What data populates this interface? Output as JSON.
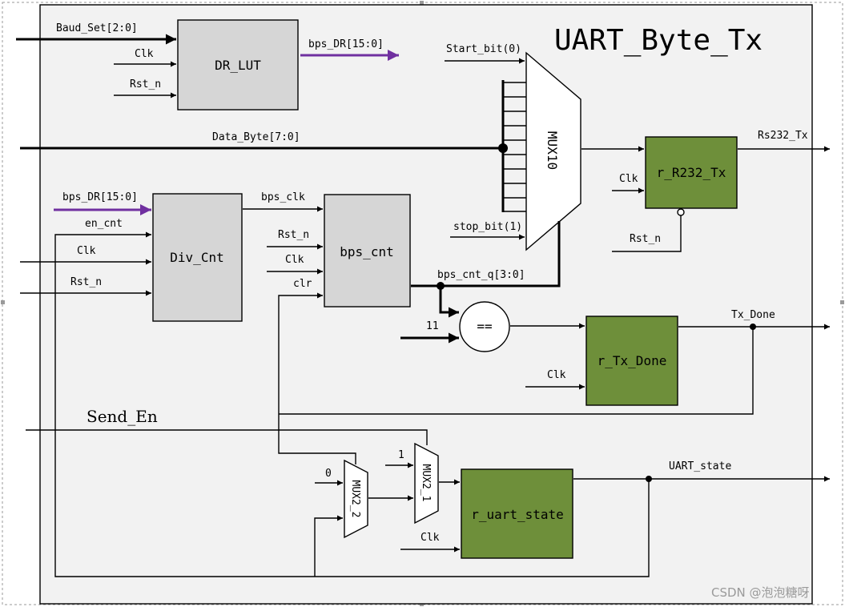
{
  "title": "UART_Byte_Tx",
  "colors": {
    "gray_block": "#d6d6d6",
    "green_block": "#6e8f3a",
    "purple_bus": "#7030a0",
    "panel": "#f2f2f2"
  },
  "blocks": {
    "dr_lut": "DR_LUT",
    "div_cnt": "Div_Cnt",
    "bps_cnt": "bps_cnt",
    "mux10": "MUX10",
    "r_r232_tx": "r_R232_Tx",
    "r_tx_done": "r_Tx_Done",
    "r_uart_state": "r_uart_state",
    "mux2_1": "MUX2_1",
    "mux2_2": "MUX2_2",
    "eq": "=="
  },
  "signals": {
    "baud_set": "Baud_Set[2:0]",
    "clk": "Clk",
    "rst_n": "Rst_n",
    "bps_dr_out": "bps_DR[15:0]",
    "bps_dr_in": "bps_DR[15:0]",
    "data_byte": "Data_Byte[7:0]",
    "start_bit": "Start_bit(0)",
    "stop_bit": "stop_bit(1)",
    "en_cnt": "en_cnt",
    "bps_clk": "bps_clk",
    "clr": "clr",
    "bps_cnt_q": "bps_cnt_q[3:0]",
    "const_11": "11",
    "rs232_tx": "Rs232_Tx",
    "tx_done": "Tx_Done",
    "send_en": "Send_En",
    "const_1": "1",
    "const_0": "0",
    "uart_state": "UART_state"
  },
  "watermark": "CSDN @泡泡糖呀"
}
